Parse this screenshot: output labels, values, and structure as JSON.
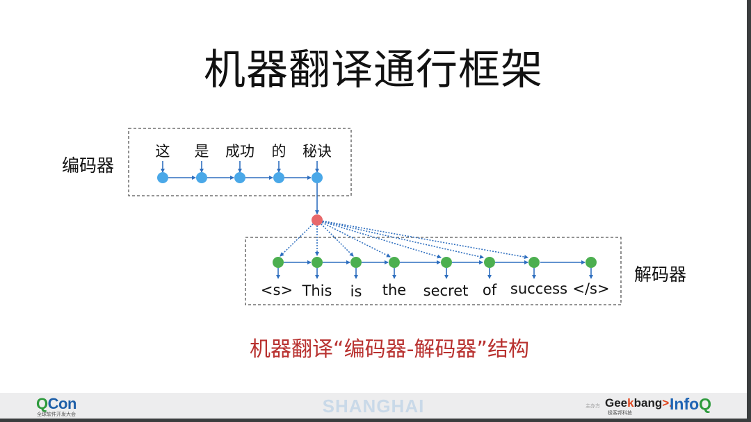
{
  "slide": {
    "title": "机器翻译通行框架",
    "encoder_label": "编码器",
    "decoder_label": "解码器",
    "caption": "机器翻译“编码器-解码器”结构"
  },
  "diagram": {
    "encoder_tokens": [
      "这",
      "是",
      "成功",
      "的",
      "秘诀"
    ],
    "decoder_tokens": [
      "<s>",
      "This",
      "is",
      "the",
      "secret",
      "of",
      "success",
      "</s>"
    ],
    "colors": {
      "encoder_node": "#4aa8e8",
      "context_node": "#e8686a",
      "decoder_node": "#4caf50",
      "arrow": "#2f6fbf",
      "caption": "#b8312f"
    }
  },
  "footer": {
    "brand_left": "QCon",
    "brand_left_q": "Q",
    "brand_left_rest": "Con",
    "brand_left_sub": "全球软件开发大会",
    "city": "SHANGHAI",
    "host_label": "主办方",
    "geekbang_pre": "Gee",
    "geekbang_k": "k",
    "geekbang_post": "bang",
    "geekbang_mark": ">.",
    "geekbang_sub": "极客邦科技",
    "infoq_pre": "Info",
    "infoq_q": "Q"
  }
}
